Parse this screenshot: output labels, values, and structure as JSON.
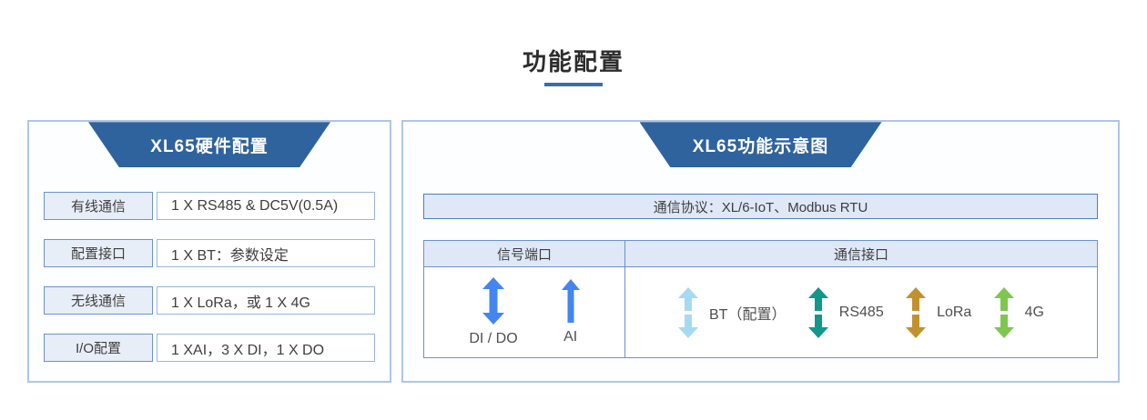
{
  "page": {
    "title": "功能配置",
    "accent_color": "#2f639e",
    "underline_color": "#3a6cae",
    "background_color": "#ffffff"
  },
  "hardware_panel": {
    "title": "XL65硬件配置",
    "header_color": "#2f639e",
    "rows": [
      {
        "label": "有线通信",
        "value": "1 X RS485 & DC5V(0.5A)"
      },
      {
        "label": "配置接口",
        "value": "1 X BT：参数设定"
      },
      {
        "label": "无线通信",
        "value": "1 X LoRa，或 1 X 4G"
      },
      {
        "label": "I/O配置",
        "value": "1 XAI，3 X DI，1 X DO"
      }
    ]
  },
  "function_panel": {
    "title": "XL65功能示意图",
    "header_color": "#2f639e",
    "protocol_bar": "通信协议：XL/6-IoT、Modbus RTU",
    "table": {
      "columns": [
        "信号端口",
        "通信接口"
      ],
      "signal_items": [
        {
          "label": "DI / DO",
          "icon": "double-arrow",
          "color": "#4486f0"
        },
        {
          "label": "AI",
          "icon": "up-arrow",
          "color": "#4486f0"
        }
      ],
      "comm_items": [
        {
          "label": "BT（配置）",
          "icon": "split-double-arrow",
          "color": "#a5daf3"
        },
        {
          "label": "RS485",
          "icon": "split-double-arrow",
          "color": "#12988b"
        },
        {
          "label": "LoRa",
          "icon": "split-double-arrow",
          "color": "#c2912f"
        },
        {
          "label": "4G",
          "icon": "split-double-arrow",
          "color": "#7dc751"
        }
      ]
    }
  }
}
